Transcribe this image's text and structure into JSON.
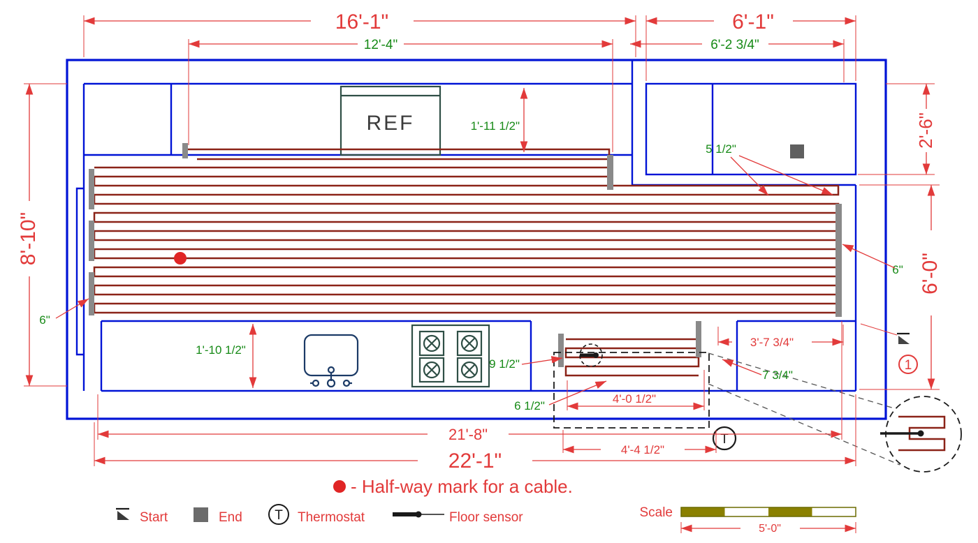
{
  "dims": {
    "overall_top": "16'-1\"",
    "pantry_top": "6'-1\"",
    "cable_width": "12'-4\"",
    "pantry_inner": "6'-2 3/4\"",
    "left_height": "8'-10\"",
    "pantry_depth": "2'-6\"",
    "field_height": "6'-0\"",
    "bottom_inner": "21'-8\"",
    "overall_bottom": "22'-1\"",
    "island_inner": "4'-0 1/2\"",
    "island_outer": "4'-4 1/2\"",
    "right_counter": "3'-7 3/4\"",
    "ref_to_wall": "1'-11 1/2\"",
    "gap_small": "5 1/2\"",
    "counter_depth": "1'-10 1/2\"",
    "island_offset": "9 1/2\"",
    "island_gap": "6 1/2\"",
    "right_gap": "7 3/4\"",
    "margin_left": "6\"",
    "margin_right": "6\""
  },
  "plan": {
    "ref_label": "REF",
    "thermostat_letter": "T",
    "detail_number": "1"
  },
  "legend": {
    "start": "Start",
    "end": "End",
    "thermostat": "Thermostat",
    "floor_sensor": "Floor sensor",
    "halfway_note": "- Half-way mark for a cable."
  },
  "scale_bar": {
    "label": "Scale",
    "length": "5'-0\""
  },
  "colors": {
    "dimension_red": "#e23a3a",
    "annotation_green": "#178a17",
    "wall_blue": "#0013d6",
    "cable_maroon": "#8b2318",
    "marker_gray": "#8a8a8a",
    "end_gray": "#5f5f5f",
    "scale_olive": "#8a8000"
  }
}
